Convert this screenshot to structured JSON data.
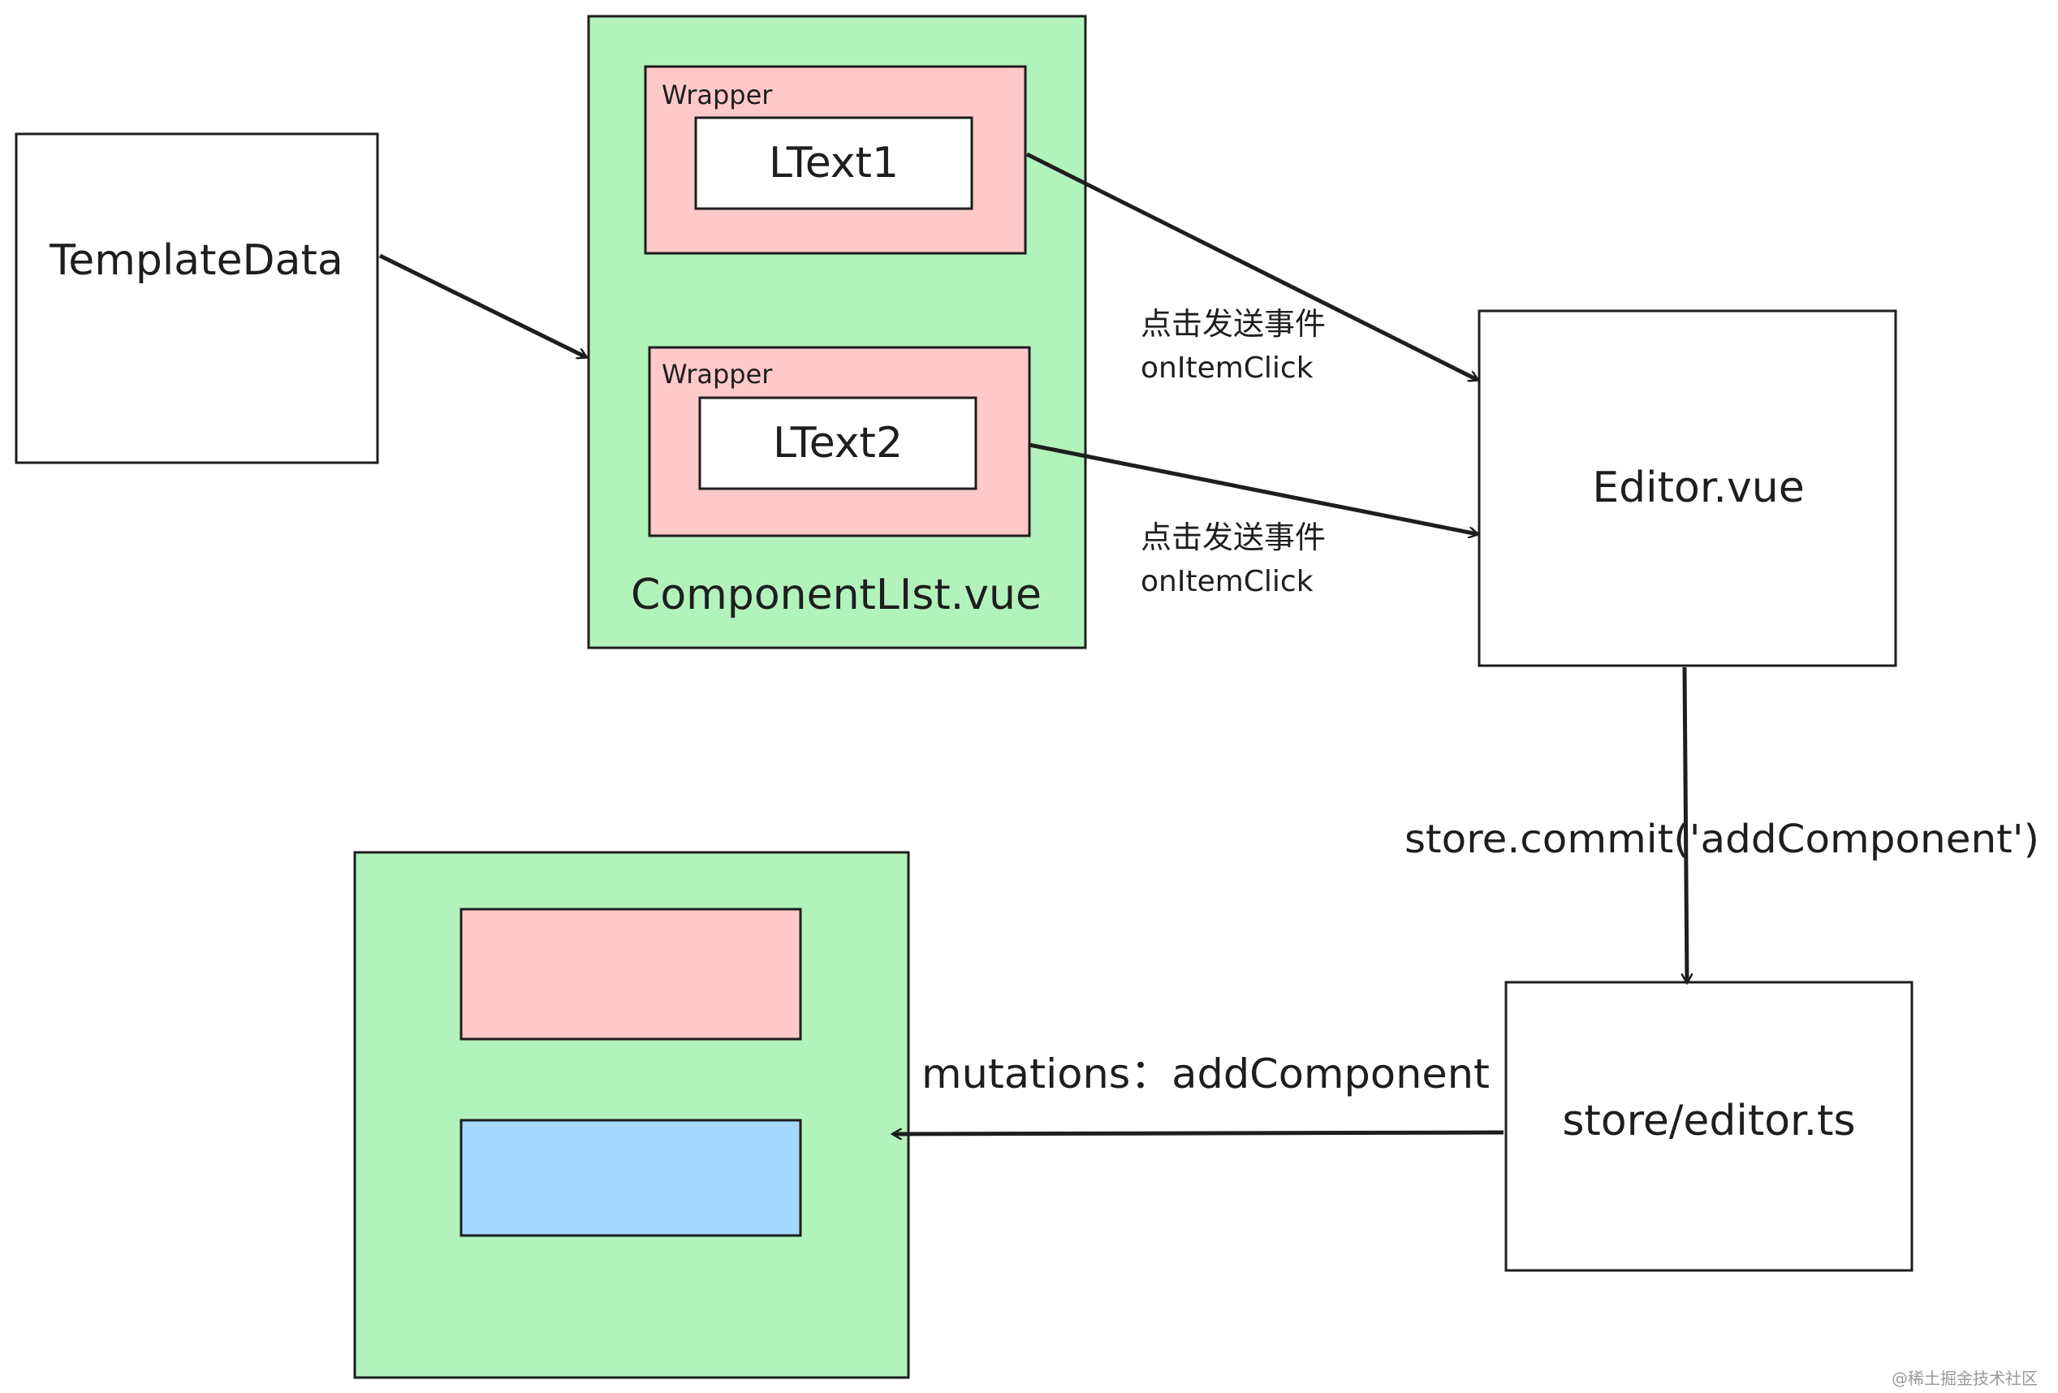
{
  "nodes": {
    "template_data": {
      "label": "TemplateData"
    },
    "component_list": {
      "label": "ComponentLIst.vue"
    },
    "wrapper1": {
      "label": "Wrapper"
    },
    "ltext1": {
      "label": "LText1"
    },
    "wrapper2": {
      "label": "Wrapper"
    },
    "ltext2": {
      "label": "LText2"
    },
    "editor": {
      "label": "Editor.vue"
    },
    "store": {
      "label": "store/editor.ts"
    },
    "result_list": {
      "label": ""
    }
  },
  "edges": {
    "click1": {
      "line1": "点击发送事件",
      "line2": "onItemClick"
    },
    "click2": {
      "line1": "点击发送事件",
      "line2": "onItemClick"
    },
    "commit": {
      "label": "store.commit('addComponent')"
    },
    "mutation": {
      "label": "mutations：addComponent"
    }
  },
  "watermark": "@稀土掘金技术社区",
  "colors": {
    "green": "#b2f2bb",
    "red": "#ffc9c9",
    "blue": "#a5d8ff",
    "stroke": "#1e1e1e",
    "white": "#ffffff"
  }
}
